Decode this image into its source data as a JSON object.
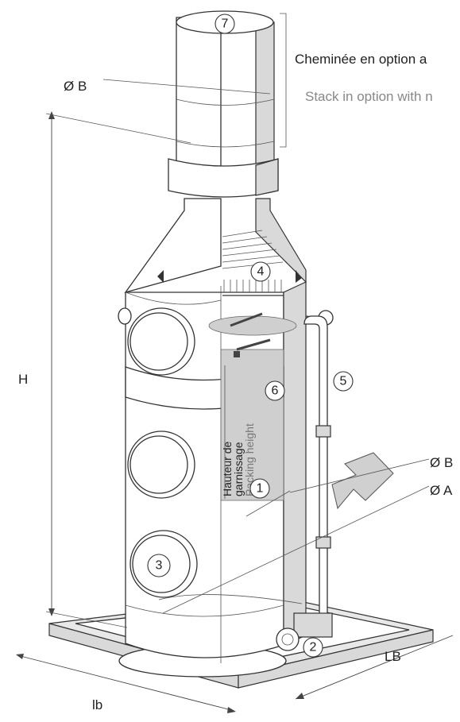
{
  "labels": {
    "stack_fr": "Cheminée en option a",
    "stack_en": "Stack in option with n",
    "diam_b_top": "Ø B",
    "diam_b_side": "Ø B",
    "diam_a": "Ø A",
    "height": "H",
    "lb": "LB",
    "lb_small": "lb",
    "packing_fr_1": "Hauteur de",
    "packing_fr_2": "garnissage",
    "packing_en": "Packing height"
  },
  "callouts": [
    "1",
    "2",
    "3",
    "4",
    "5",
    "6",
    "7"
  ],
  "colors": {
    "panel": "#d9d9d9",
    "packing": "#cfcfcf",
    "arrow": "#d0d0d0",
    "ink": "#333333",
    "grey_text": "#888888"
  }
}
